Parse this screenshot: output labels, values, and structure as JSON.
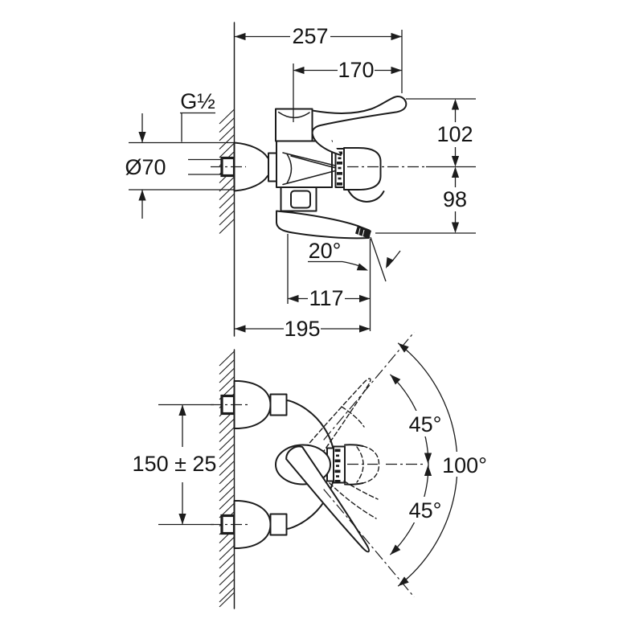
{
  "drawing": {
    "title": "faucet-dimensional-drawing",
    "background": "#ffffff",
    "line_color": "#1c1c1c",
    "side_view": {
      "overall_width_mm": "257",
      "lever_reach_mm": "170",
      "thread_size": "G½",
      "escutcheon_diameter": "Ø70",
      "upper_height_mm": "102",
      "lower_height_mm": "98",
      "spout_angle": "20°",
      "spout_projection_mm": "117",
      "overall_projection_mm": "195"
    },
    "top_view": {
      "connection_center_distance_mm": "150 ± 25",
      "lever_swing_upper": "45°",
      "lever_swing_total": "100°",
      "lever_swing_lower": "45°"
    }
  }
}
